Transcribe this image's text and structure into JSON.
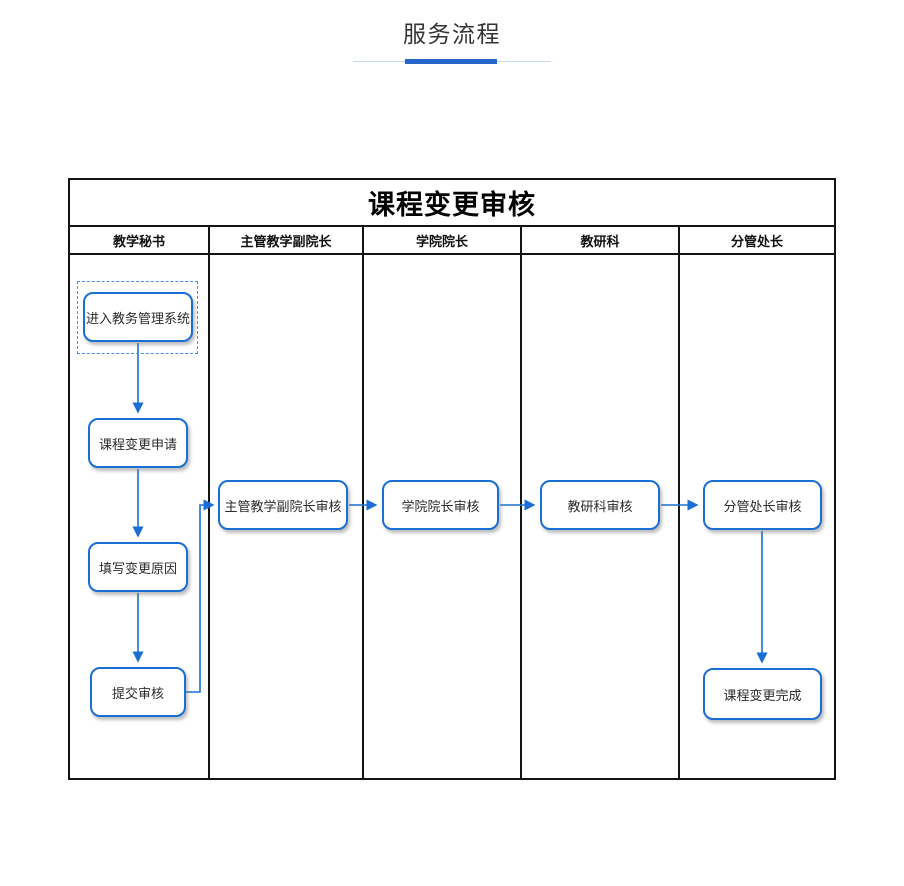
{
  "page": {
    "title": "服务流程"
  },
  "flowchart": {
    "title": "课程变更审核",
    "lanes": [
      {
        "label": "教学秘书"
      },
      {
        "label": "主管教学副院长"
      },
      {
        "label": "学院院长"
      },
      {
        "label": "教研科"
      },
      {
        "label": "分管处长"
      }
    ],
    "nodes": [
      {
        "id": "enter-system",
        "lane": "教学秘书",
        "label": "进入教务管理系统",
        "selected": true
      },
      {
        "id": "change-request",
        "lane": "教学秘书",
        "label": "课程变更申请",
        "selected": false
      },
      {
        "id": "fill-reason",
        "lane": "教学秘书",
        "label": "填写变更原因",
        "selected": false
      },
      {
        "id": "submit-review",
        "lane": "教学秘书",
        "label": "提交审核",
        "selected": false
      },
      {
        "id": "vice-dean-review",
        "lane": "主管教学副院长",
        "label": "主管教学副院长审核",
        "selected": false
      },
      {
        "id": "dean-review",
        "lane": "学院院长",
        "label": "学院院长审核",
        "selected": false
      },
      {
        "id": "teaching-research-review",
        "lane": "教研科",
        "label": "教研科审核",
        "selected": false
      },
      {
        "id": "director-review",
        "lane": "分管处长",
        "label": "分管处长审核",
        "selected": false
      },
      {
        "id": "complete",
        "lane": "分管处长",
        "label": "课程变更完成",
        "selected": false
      }
    ],
    "edges": [
      {
        "from": "enter-system",
        "to": "change-request"
      },
      {
        "from": "change-request",
        "to": "fill-reason"
      },
      {
        "from": "fill-reason",
        "to": "submit-review"
      },
      {
        "from": "submit-review",
        "to": "vice-dean-review"
      },
      {
        "from": "vice-dean-review",
        "to": "dean-review"
      },
      {
        "from": "dean-review",
        "to": "teaching-research-review"
      },
      {
        "from": "teaching-research-review",
        "to": "director-review"
      },
      {
        "from": "director-review",
        "to": "complete"
      }
    ],
    "colors": {
      "node_border": "#1b6ed4",
      "connector": "#1b6ed4",
      "selection_dash": "#4a90e2",
      "table_border": "#141414",
      "accent_bar": "#2767cc",
      "divider_line": "#c9d8ec"
    }
  }
}
